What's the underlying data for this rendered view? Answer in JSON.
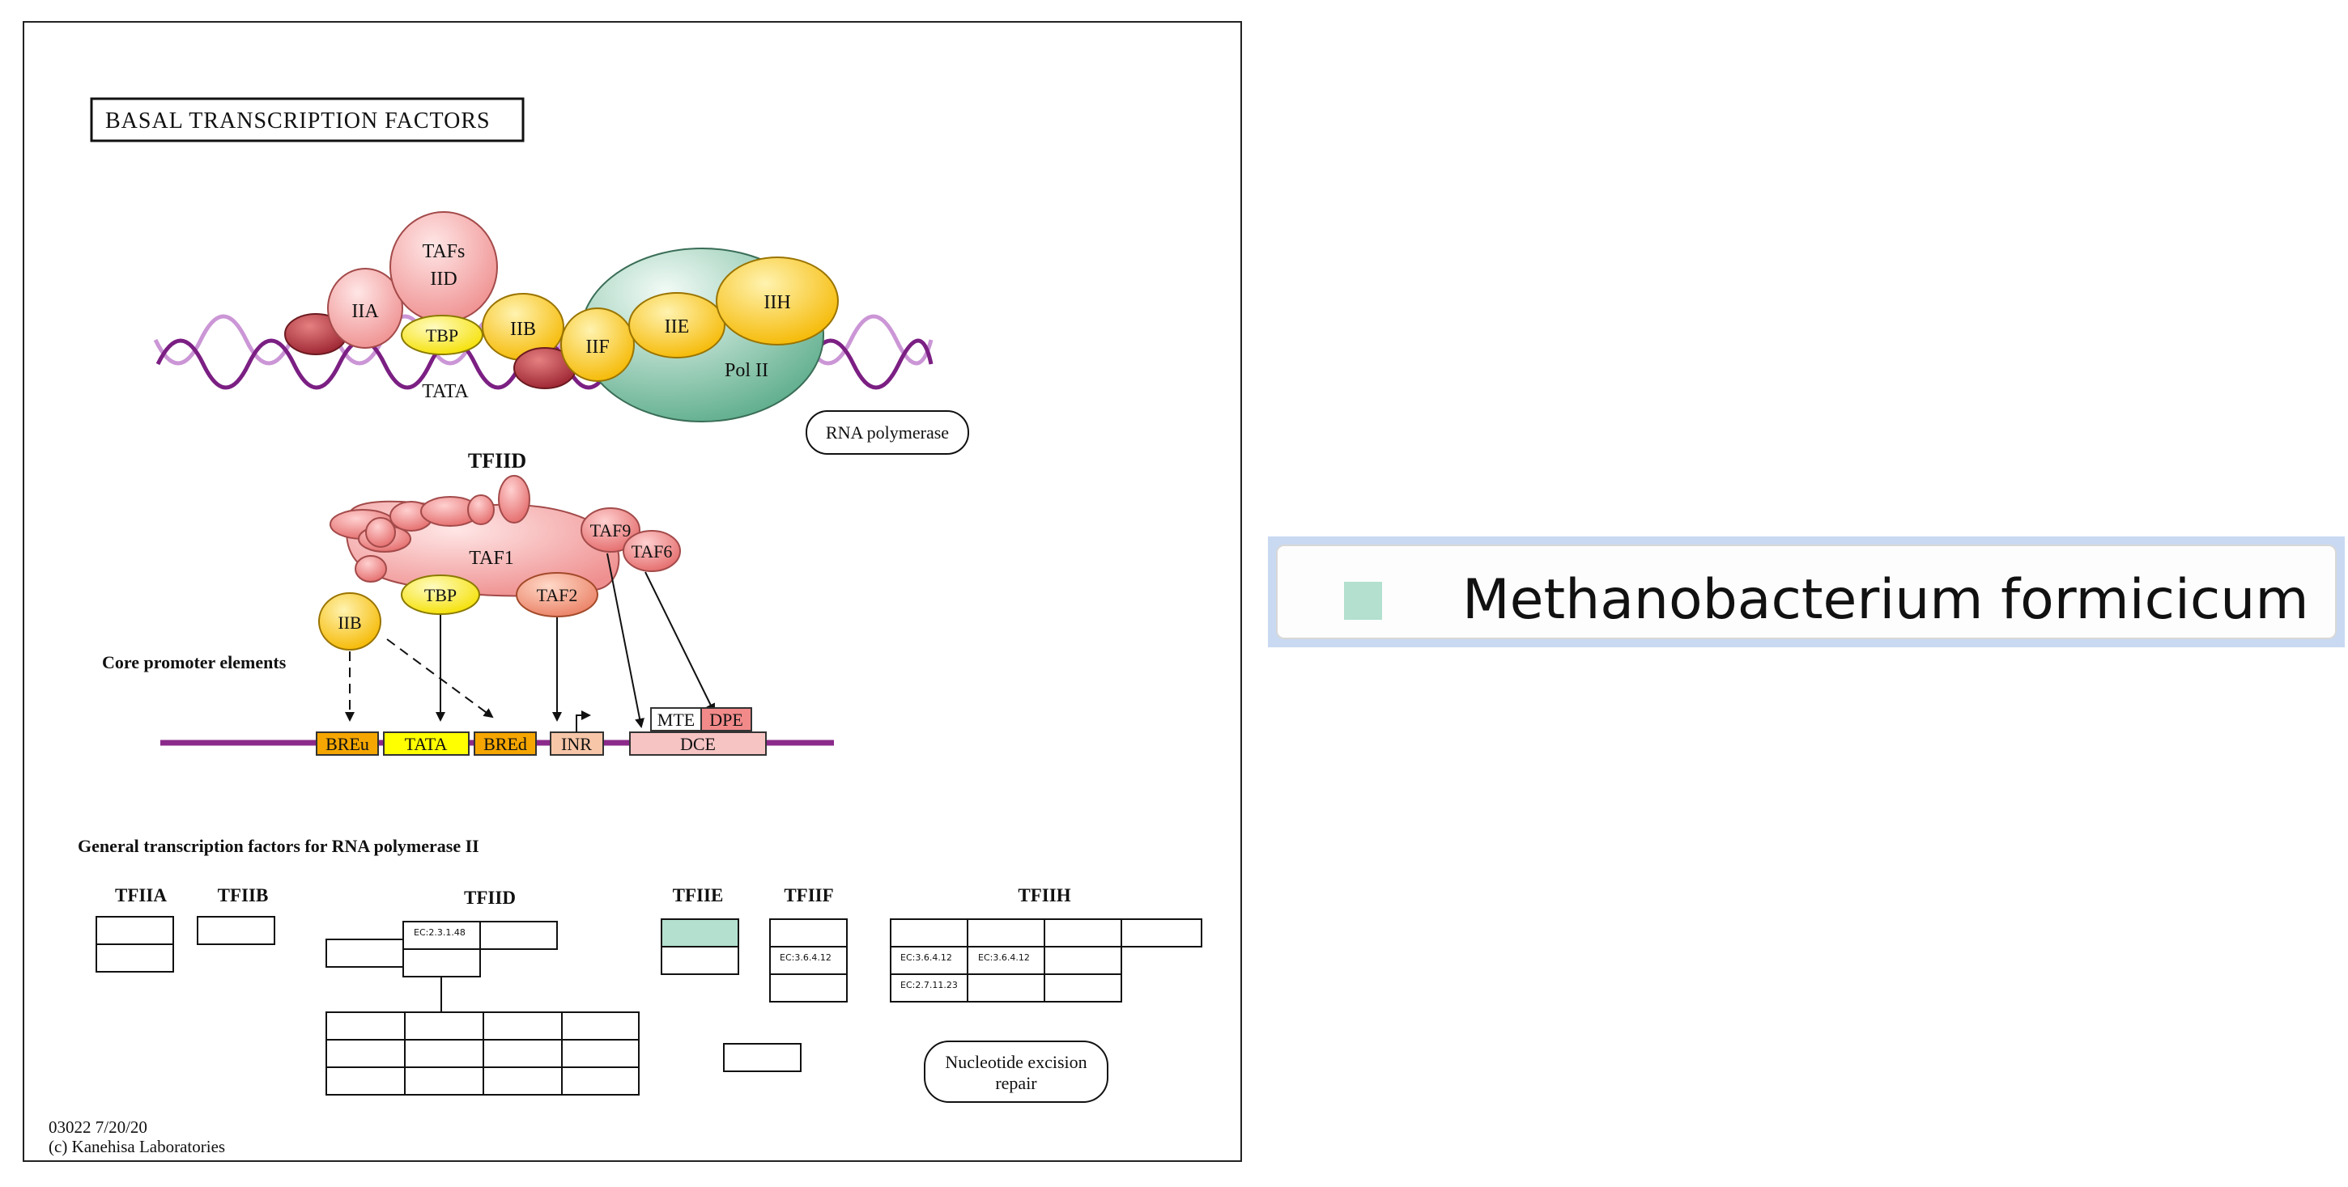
{
  "map": {
    "title": "BASAL TRANSCRIPTION FACTORS",
    "complex_labels": {
      "tafs_line1": "TAFs",
      "tafs_line2": "IID",
      "iia": "IIA",
      "tbp": "TBP",
      "iib": "IIB",
      "iif": "IIF",
      "iie": "IIE",
      "iih": "IIH",
      "pol2": "Pol II",
      "tata": "TATA"
    },
    "rna_polymerase": "RNA polymerase",
    "tfiid_heading": "TFIID",
    "tfiid_labels": {
      "taf1": "TAF1",
      "taf9": "TAF9",
      "taf6": "TAF6",
      "tbp": "TBP",
      "taf2": "TAF2",
      "iib": "IIB"
    },
    "core_promoter_label": "Core promoter elements",
    "promoter_elements": {
      "breu": "BREu",
      "tata": "TATA",
      "bred": "BREd",
      "inr": "INR",
      "mte": "MTE",
      "dpe": "DPE",
      "dce": "DCE"
    },
    "general_tf_heading": "General transcription factors for RNA polymerase II",
    "factor_headers": {
      "tfiia": "TFIIA",
      "tfiib": "TFIIB",
      "tfiid": "TFIID",
      "tfiie": "TFIIE",
      "tfiif": "TFIIF",
      "tfiih": "TFIIH"
    },
    "ec_labels": {
      "tfiid_ec": "EC:2.3.1.48",
      "tfiif_ec": "EC:3.6.4.12",
      "tfiih_ec1": "EC:3.6.4.12",
      "tfiih_ec2": "EC:3.6.4.12",
      "tfiih_ec3": "EC:2.7.11.23"
    },
    "ner_line1": "Nucleotide excision",
    "ner_line2": "repair",
    "footer_line1": "03022 7/20/20",
    "footer_line2": "(c) Kanehisa Laboratories"
  },
  "legend": {
    "organism": "Methanobacterium formicicum",
    "swatch_color": "#b3e0cf"
  },
  "colors": {
    "highlight": "#b3e0cf",
    "dna": "#8b2a8b",
    "pink": "#f4a7a7",
    "red_dark": "#b5333b",
    "yellow": "#ffd23a",
    "green": "#7fbfa4",
    "orange": "#f5a600"
  }
}
